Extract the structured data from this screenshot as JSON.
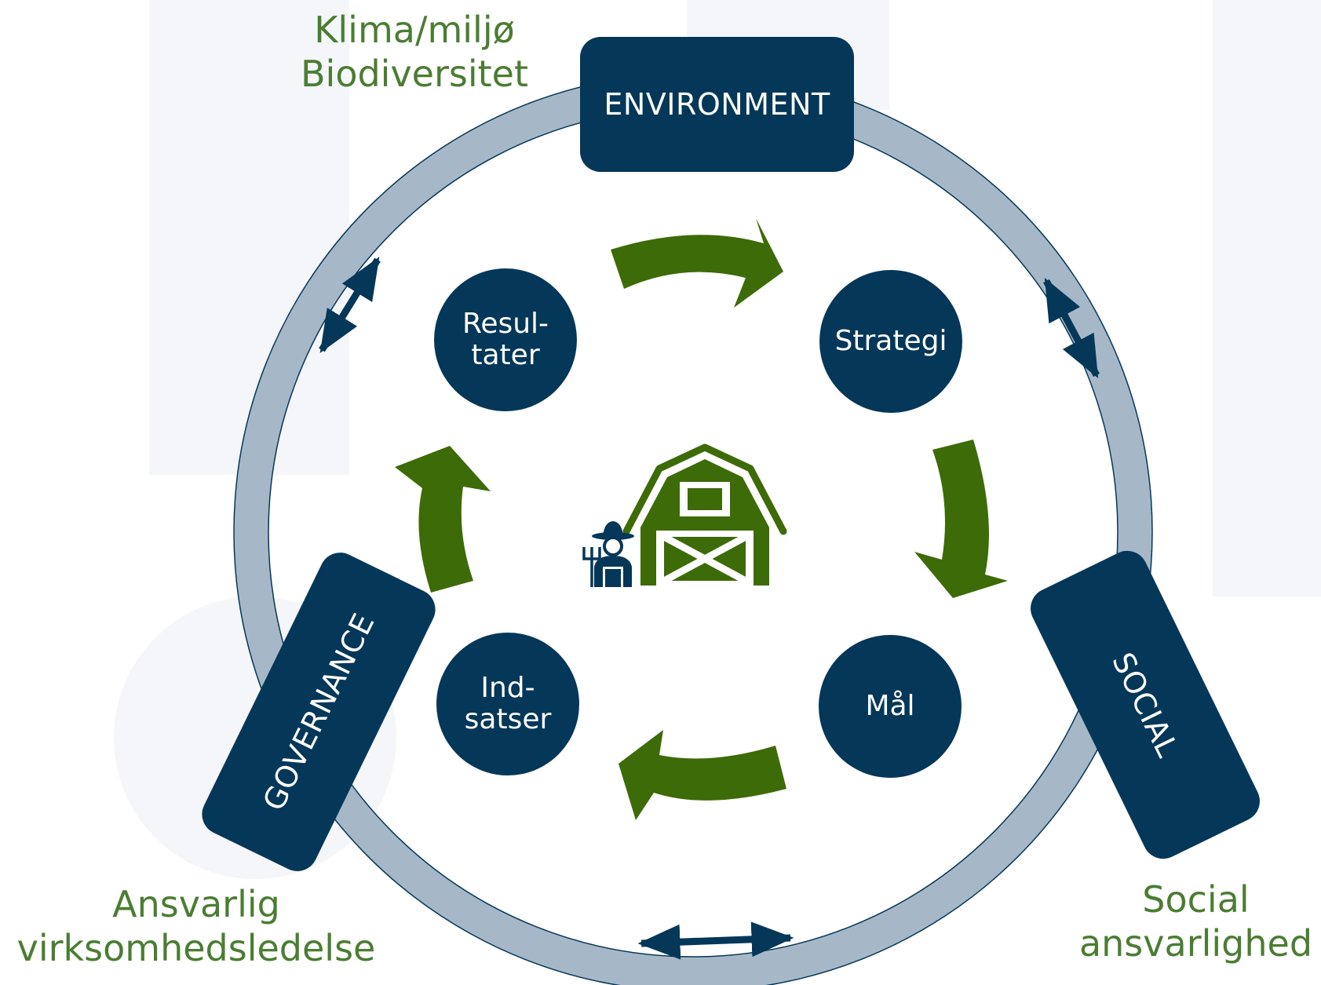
{
  "colors": {
    "navy": "#053759",
    "ring": "#a6b8c8",
    "green": "#3d6b07",
    "caption_green": "#4a7d32",
    "background_shape": "#f5f6fa"
  },
  "pillars": {
    "environment": "ENVIRONMENT",
    "social": "SOCIAL",
    "governance": "GOVERNANCE"
  },
  "captions": {
    "environment": [
      "Klima/miljø",
      "Biodiversitet"
    ],
    "social": [
      "Social",
      "ansvarlighed"
    ],
    "governance": [
      "Ansvarlig",
      "virksomhedsledelse"
    ]
  },
  "cycle": {
    "strategi": [
      "Strategi"
    ],
    "maal": [
      "Mål"
    ],
    "indsatser": [
      "Ind-",
      "satser"
    ],
    "resultater": [
      "Resul-",
      "tater"
    ]
  },
  "icons": {
    "center": [
      "barn-icon",
      "farmer-icon",
      "pitchfork-icon"
    ],
    "ring_connectors": [
      "double-arrow-icon"
    ],
    "cycle_arrows": [
      "curved-arrow-icon"
    ]
  }
}
